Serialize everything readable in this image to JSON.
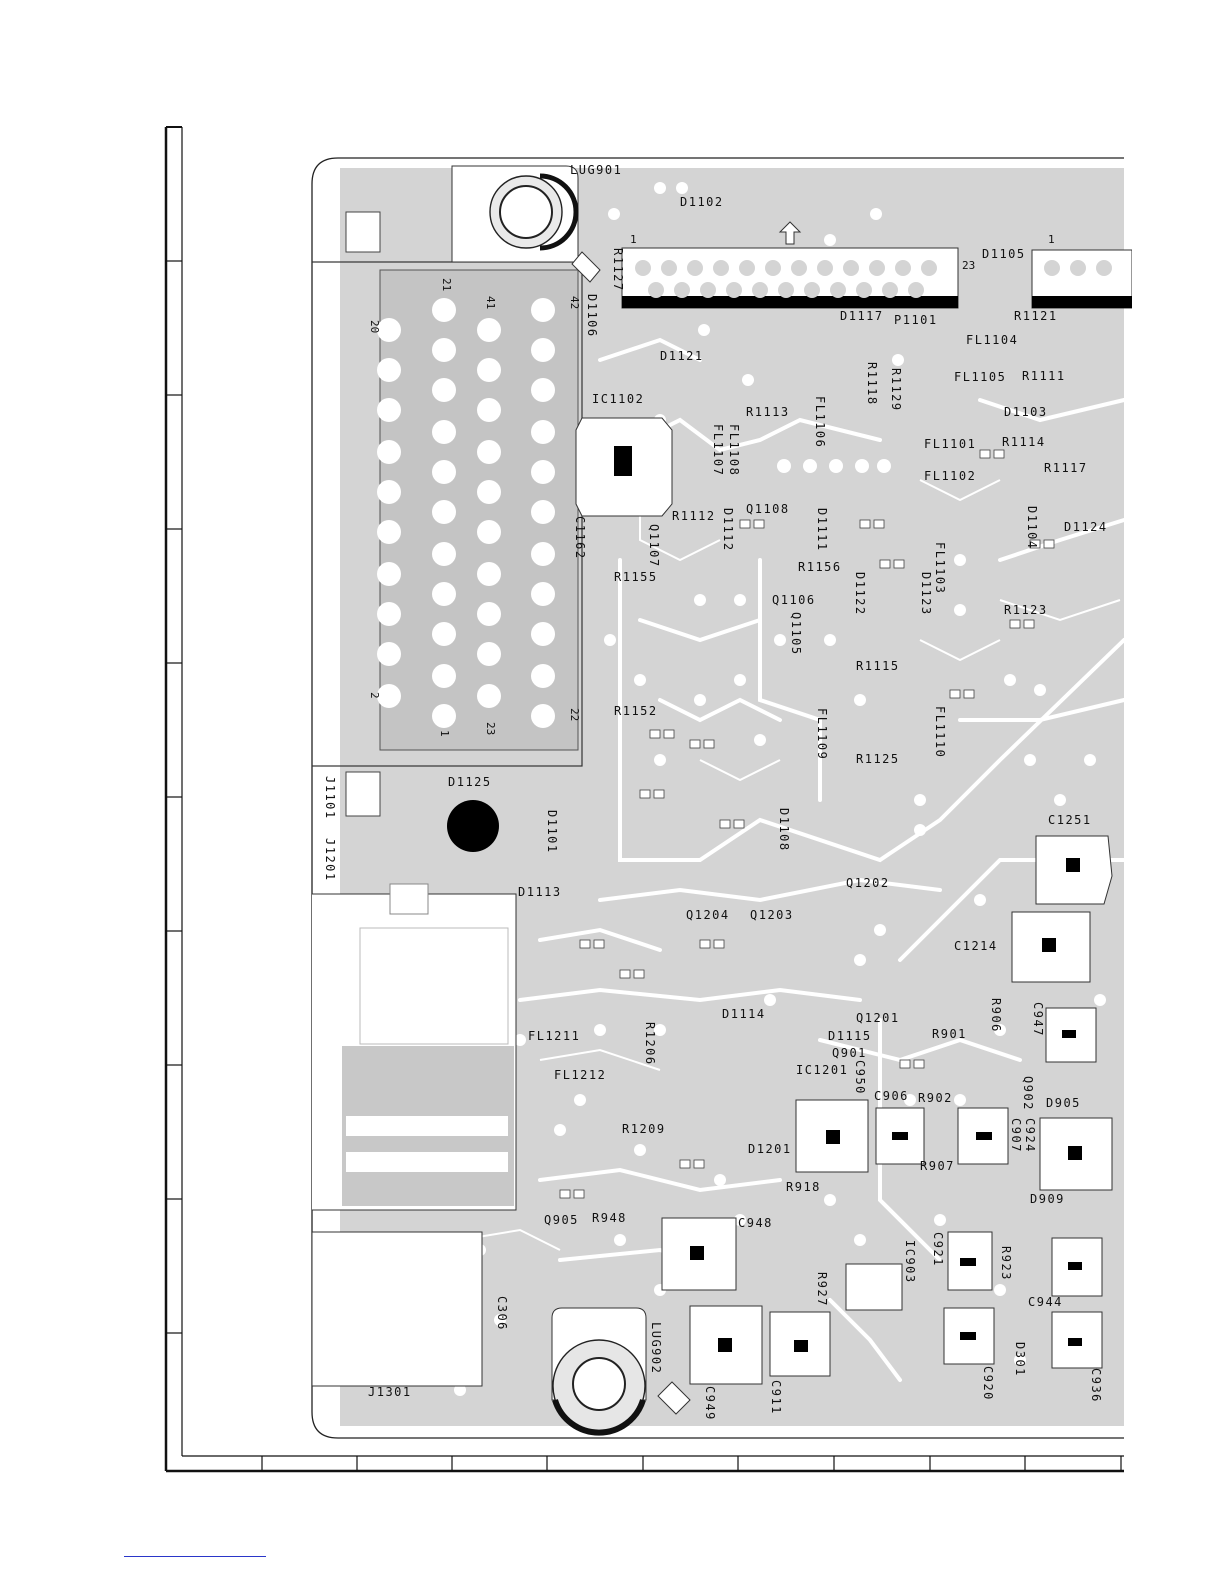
{
  "board": {
    "labels": [
      "LUG901",
      "D1102",
      "D1105",
      "P1101",
      "D1117",
      "R1127",
      "D1106",
      "D1121",
      "IC1102",
      "R1113",
      "FL1106",
      "FL1108",
      "FL1107",
      "R1118",
      "R1129",
      "FL1104",
      "FL1105",
      "R1111",
      "R1121",
      "D1103",
      "FL1101",
      "R1114",
      "FL1102",
      "R1117",
      "C1162",
      "R1112",
      "Q1107",
      "D1112",
      "Q1108",
      "D1111",
      "R1155",
      "R1156",
      "D1104",
      "D1124",
      "FL1103",
      "D1123",
      "R1123",
      "Q1106",
      "Q1105",
      "D1122",
      "R1115",
      "R1152",
      "FL1109",
      "FL1110",
      "R1125",
      "D1125",
      "D1101",
      "D1108",
      "C1251",
      "D1113",
      "Q1202",
      "Q1204",
      "Q1203",
      "C1214",
      "J1101",
      "J1201",
      "FL1211",
      "R1206",
      "D1114",
      "Q1201",
      "D1115",
      "Q901",
      "R906",
      "C947",
      "R901",
      "IC1201",
      "FL1212",
      "C950",
      "C906",
      "R902",
      "Q902",
      "D905",
      "C907",
      "C924",
      "R1209",
      "D1201",
      "R907",
      "R918",
      "D909",
      "Q905",
      "R948",
      "C948",
      "C921",
      "IC903",
      "R923",
      "R927",
      "C944",
      "C306",
      "LUG902",
      "C949",
      "C911",
      "D301",
      "C920",
      "C936",
      "J1301"
    ],
    "pins": [
      "1",
      "23",
      "1",
      "21",
      "41",
      "20",
      "42",
      "2",
      "1",
      "23",
      "22"
    ]
  }
}
